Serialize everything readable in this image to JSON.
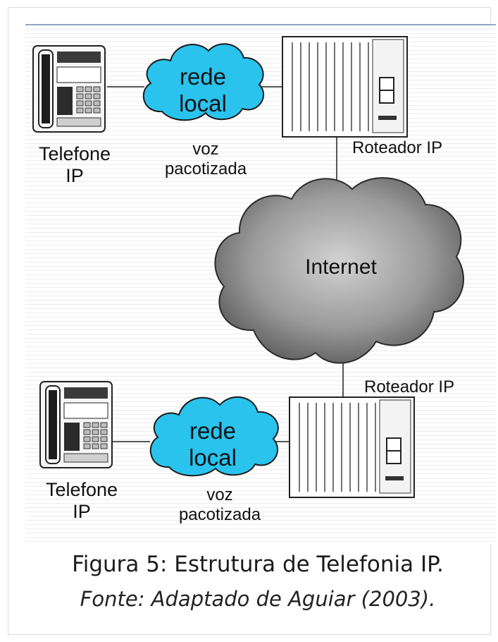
{
  "diagram": {
    "top": {
      "phone_label_1": "Telefone",
      "phone_label_2": "IP",
      "cloud_label_1": "rede",
      "cloud_label_2": "local",
      "voz_label_1": "voz",
      "voz_label_2": "pacotizada",
      "router_label": "Roteador IP"
    },
    "internet_label": "Internet",
    "bottom": {
      "phone_label_1": "Telefone",
      "phone_label_2": "IP",
      "cloud_label_1": "rede",
      "cloud_label_2": "local",
      "voz_label_1": "voz",
      "voz_label_2": "pacotizada",
      "router_label": "Roteador IP"
    },
    "colors": {
      "lan_cloud": "#29c3ee",
      "internet_cloud": "#8c8c8c",
      "rule": "#8fa8c2"
    }
  },
  "caption": {
    "title": "Figura 5: Estrutura de Telefonia IP.",
    "source": "Fonte: Adaptado de Aguiar (2003)."
  }
}
